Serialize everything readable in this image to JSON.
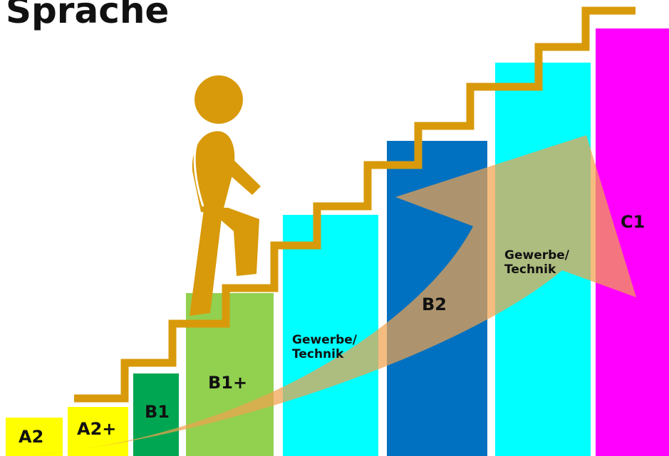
{
  "title": "Sprache",
  "colors": {
    "stair_outline": "#d89a0b",
    "figure": "#d89a0b",
    "arrow": "#f0a24e",
    "yellow": "#ffff00",
    "green_dark": "#00a651",
    "green_light": "#92d050",
    "cyan": "#00ffff",
    "blue": "#0070c0",
    "magenta": "#ff00ff"
  },
  "levels": [
    {
      "id": "a2",
      "label": "A2",
      "color": "yellow"
    },
    {
      "id": "a2plus",
      "label": "A2+",
      "color": "yellow"
    },
    {
      "id": "b1",
      "label": "B1",
      "color": "green_dark"
    },
    {
      "id": "b1plus",
      "label": "B1+",
      "color": "green_light"
    },
    {
      "id": "gt1",
      "label_line1": "Gewerbe/",
      "label_line2": "Technik",
      "color": "cyan"
    },
    {
      "id": "b2",
      "label": "B2",
      "color": "blue"
    },
    {
      "id": "gt2",
      "label_line1": "Gewerbe/",
      "label_line2": "Technik",
      "color": "cyan"
    },
    {
      "id": "c1",
      "label": "C1",
      "color": "magenta"
    }
  ]
}
